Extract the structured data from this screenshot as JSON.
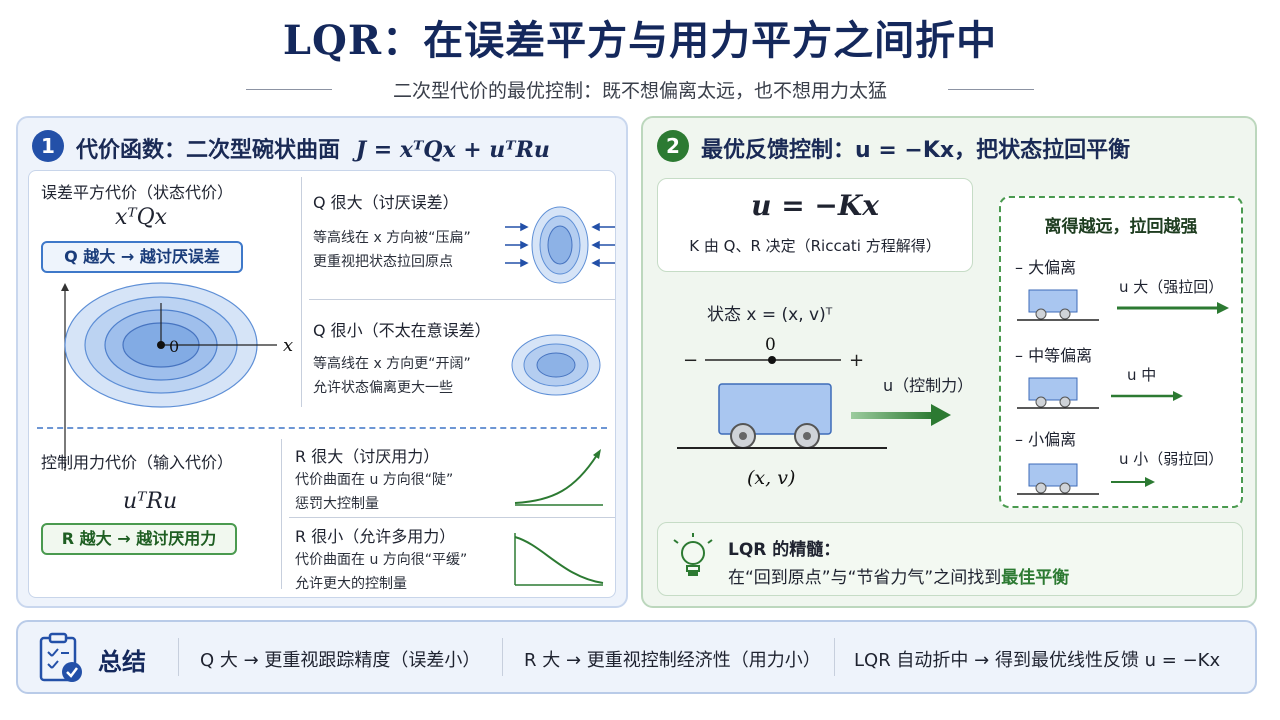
{
  "title": "LQR：在误差平方与用力平方之间折中",
  "subtitle": "二次型代价的最优控制：既不想偏离太远，也不想用力太猛",
  "panel1": {
    "num": "1",
    "heading": "代价函数：二次型碗状曲面",
    "formula": "J = xᵀQx + uᵀRu",
    "error_cost": {
      "title": "误差平方代价（状态代价）",
      "formula": "xᵀQx",
      "pill": "Q 越大 → 越讨厌误差",
      "axis_x": "x",
      "origin": "0"
    },
    "q_large": {
      "title": "Q 很大（讨厌误差）",
      "line1": "等高线在 x 方向被“压扁”",
      "line2": "更重视把状态拉回原点"
    },
    "q_small": {
      "title": "Q 很小（不太在意误差）",
      "line1": "等高线在 x 方向更“开阔”",
      "line2": "允许状态偏离更大一些"
    },
    "control_cost": {
      "title": "控制用力代价（输入代价）",
      "formula": "uᵀRu",
      "pill": "R 越大 → 越讨厌用力"
    },
    "r_large": {
      "title": "R 很大（讨厌用力）",
      "line1": "代价曲面在 u 方向很“陡”",
      "line2": "惩罚大控制量"
    },
    "r_small": {
      "title": "R 很小（允许多用力）",
      "line1": "代价曲面在 u 方向很“平缓”",
      "line2": "允许更大的控制量"
    }
  },
  "panel2": {
    "num": "2",
    "heading": "最优反馈控制：u = −Kx，把状态拉回平衡",
    "law": "u = −Kx",
    "law_note": "K 由 Q、R 决定（Riccati 方程解得）",
    "state_label": "状态 x = (x, v)ᵀ",
    "axis_zero": "0",
    "axis_minus": "−",
    "axis_plus": "+",
    "cart_label": "(x, v)",
    "force_label": "u（控制力）",
    "dev_box": {
      "title": "离得越远，拉回越强",
      "items": [
        {
          "label": "– 大偏离",
          "force": "u 大（强拉回）"
        },
        {
          "label": "– 中等偏离",
          "force": "u 中"
        },
        {
          "label": "– 小偏离",
          "force": "u 小（弱拉回）"
        }
      ]
    },
    "essence": {
      "title": "LQR 的精髓：",
      "line_prefix": "在“回到原点”与“节省力气”之间找到",
      "line_emph": "最佳平衡"
    }
  },
  "summary": {
    "label": "总结",
    "items": [
      "Q 大 → 更重视跟踪精度（误差小）",
      "R 大 → 更重视控制经济性（用力小）",
      "LQR 自动折中 → 得到最优线性反馈 u = −Kx"
    ]
  },
  "colors": {
    "navy": "#14285c",
    "blue": "#2f5fb3",
    "green": "#2c7a32",
    "ellipse": "#4f86d6"
  }
}
